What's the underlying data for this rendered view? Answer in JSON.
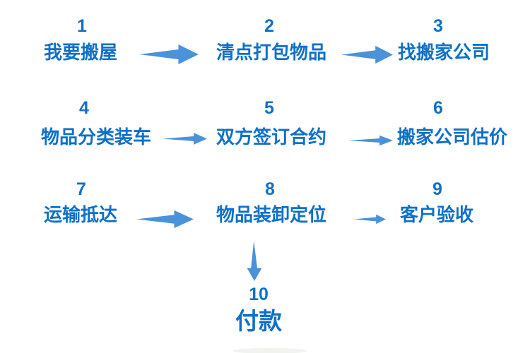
{
  "flowchart": {
    "background": "#ffffff",
    "text_color": "#0e70c8",
    "arrow_color": "#4a92da",
    "steps": [
      {
        "number": "1",
        "label": "我要搬屋"
      },
      {
        "number": "2",
        "label": "清点打包物品"
      },
      {
        "number": "3",
        "label": "找搬家公司"
      },
      {
        "number": "4",
        "label": "物品分类装车"
      },
      {
        "number": "5",
        "label": "双方签订合约"
      },
      {
        "number": "6",
        "label": "搬家公司估价"
      },
      {
        "number": "7",
        "label": "运输抵达"
      },
      {
        "number": "8",
        "label": "物品装卸定位"
      },
      {
        "number": "9",
        "label": "客户验收"
      },
      {
        "number": "10",
        "label": "付款"
      }
    ],
    "connections": [
      {
        "from": "1",
        "to": "2",
        "direction": "right"
      },
      {
        "from": "2",
        "to": "3",
        "direction": "right"
      },
      {
        "from": "4",
        "to": "5",
        "direction": "right"
      },
      {
        "from": "5",
        "to": "6",
        "direction": "right"
      },
      {
        "from": "7",
        "to": "8",
        "direction": "right"
      },
      {
        "from": "8",
        "to": "9",
        "direction": "right"
      },
      {
        "from": "8",
        "to": "10",
        "direction": "down"
      }
    ]
  }
}
